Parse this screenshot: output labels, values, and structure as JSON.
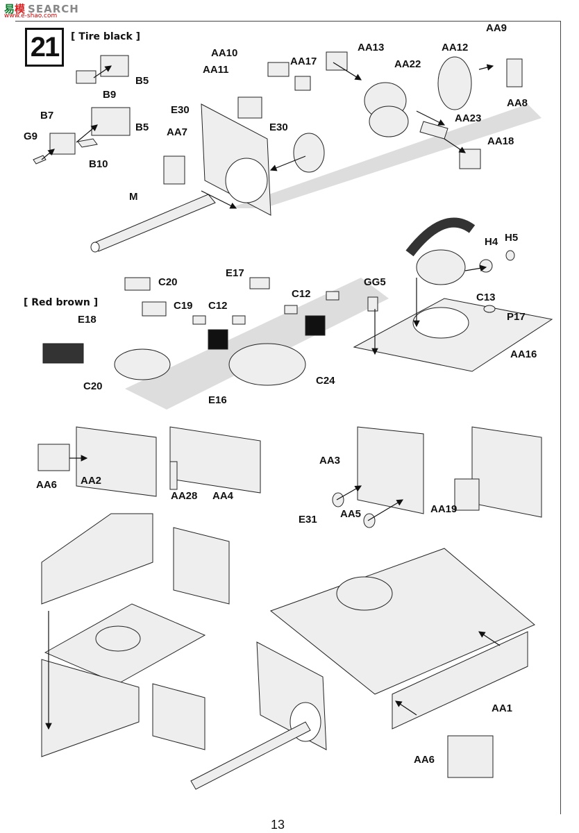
{
  "watermark": {
    "brand_a": "易",
    "brand_b": "模",
    "brand_c": "SEARCH",
    "url": "www.e-shao.com"
  },
  "step": "21",
  "notes": {
    "tire_black": "[ Tire black ]",
    "red_brown": "[ Red brown ]"
  },
  "labels": {
    "b5a": "B5",
    "b9": "B9",
    "b7": "B7",
    "b5b": "B5",
    "g9": "G9",
    "b10": "B10",
    "aa10": "AA10",
    "aa11": "AA11",
    "aa17": "AA17",
    "e30a": "E30",
    "aa7": "AA7",
    "e30b": "E30",
    "m": "M",
    "aa13": "AA13",
    "aa22": "AA22",
    "aa12": "AA12",
    "aa9": "AA9",
    "aa8": "AA8",
    "aa23": "AA23",
    "aa18": "AA18",
    "h4": "H4",
    "h5": "H5",
    "gg5": "GG5",
    "c13": "C13",
    "p17": "P17",
    "aa16": "AA16",
    "c20a": "C20",
    "c19": "C19",
    "e17": "E17",
    "c12a": "C12",
    "c12b": "C12",
    "e18": "E18",
    "c20b": "C20",
    "e16": "E16",
    "c24": "C24",
    "aa6a": "AA6",
    "aa2": "AA2",
    "aa28": "AA28",
    "aa4": "AA4",
    "aa3": "AA3",
    "e31": "E31",
    "aa5": "AA5",
    "aa19": "AA19",
    "aa1": "AA1",
    "aa6b": "AA6"
  },
  "page_number": "13"
}
